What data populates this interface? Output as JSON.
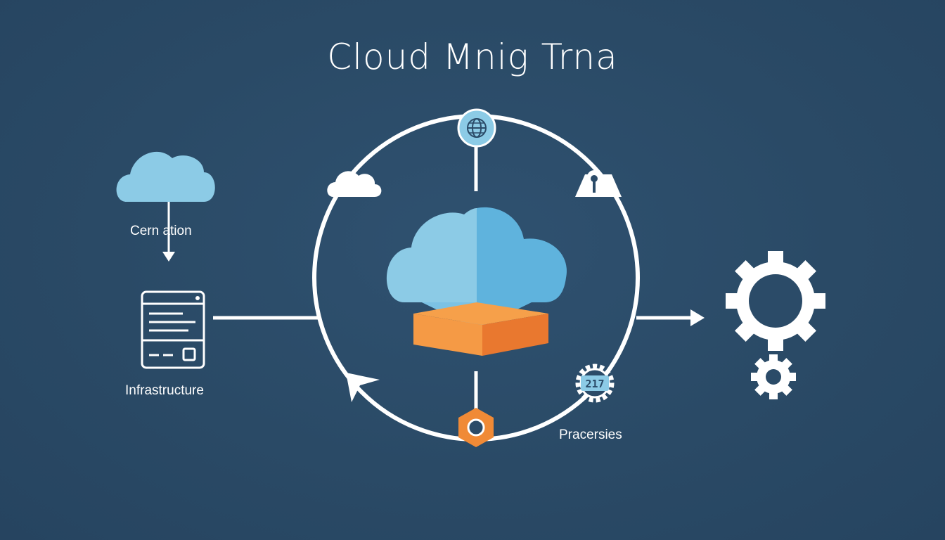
{
  "title": "Cloud Mnig Trna",
  "labels": {
    "top_left": "Cern ation",
    "left": "Infrastructure",
    "right": "Pracersies",
    "badge": "217"
  },
  "colors": {
    "background": "#2b4b68",
    "line": "#ffffff",
    "cloud_light": "#8ccbe6",
    "cloud_dark": "#5fb3dd",
    "orange": "#f08a36",
    "orange_dark": "#e06f28"
  },
  "icons": [
    "cloud-icon",
    "server-panel-icon",
    "globe-icon",
    "small-cloud-icon",
    "lock-icon",
    "hexagon-nut-icon",
    "badge-gear-icon",
    "large-gear-icon",
    "small-gear-icon",
    "cursor-arrow-icon"
  ]
}
